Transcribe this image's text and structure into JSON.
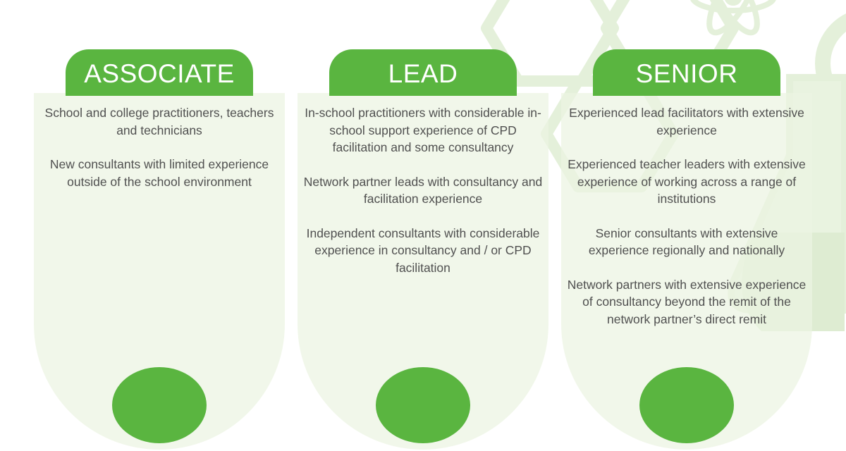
{
  "columns": [
    {
      "title": "ASSOCIATE",
      "items": [
        "School and college practitioners, teachers and technicians",
        "New consultants with limited experience outside of the school environment"
      ]
    },
    {
      "title": "LEAD",
      "items": [
        "In-school practitioners with considerable in-school support experience of CPD facilitation and some consultancy",
        "Network partner leads with consultancy and facilitation experience",
        "Independent consultants with considerable experience in consultancy and / or CPD facilitation"
      ]
    },
    {
      "title": "SENIOR",
      "items": [
        "Experienced lead facilitators with extensive experience",
        "Experienced teacher leaders with extensive experience of working across a range of institutions",
        "Senior consultants with extensive experience regionally and nationally",
        "Network partners with extensive experience of consultancy beyond the remit of the network partner’s direct remit"
      ]
    }
  ],
  "colors": {
    "accent_green": "#5ab540",
    "panel_fill": "#ecf4e2",
    "body_text": "#505050",
    "decoration": "#e4f0da"
  },
  "decorations": [
    "hexagon-icon",
    "atom-icon",
    "gear-icon",
    "flask-icon"
  ]
}
